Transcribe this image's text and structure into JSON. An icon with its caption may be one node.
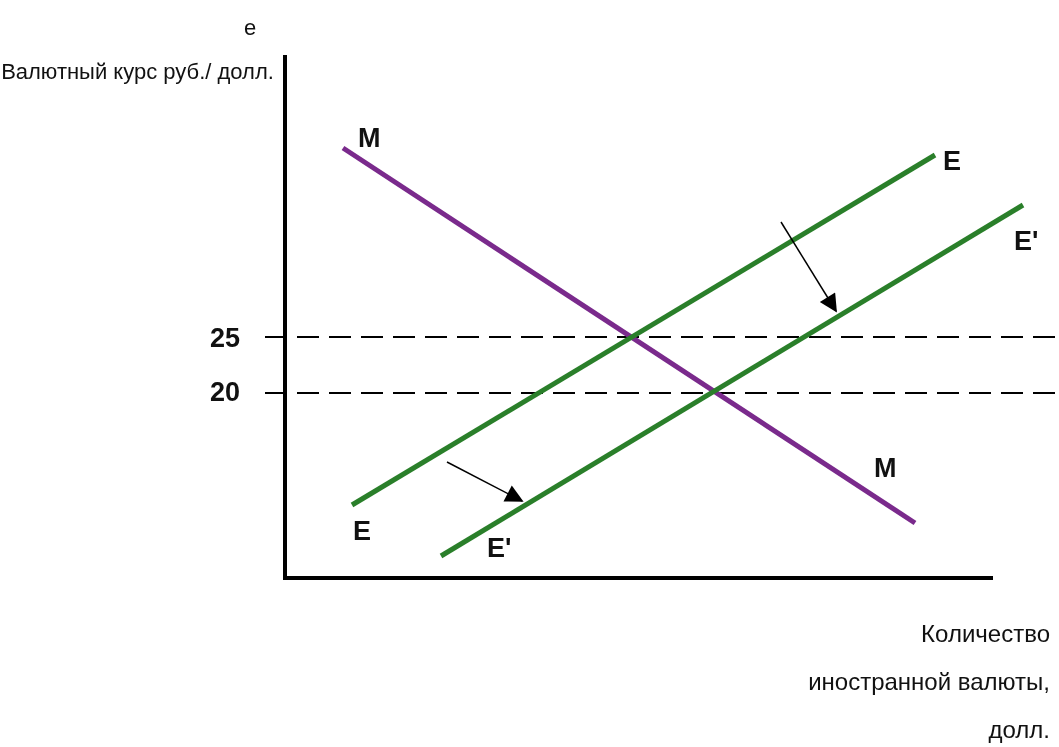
{
  "diagram": {
    "labels": [
      "e",
      "Валютный курс руб./ долл.",
      "M",
      "E",
      "E'",
      "25",
      "20",
      "M",
      "E",
      "E'",
      "Количество иностранной валюты, долл."
    ]
  }
}
